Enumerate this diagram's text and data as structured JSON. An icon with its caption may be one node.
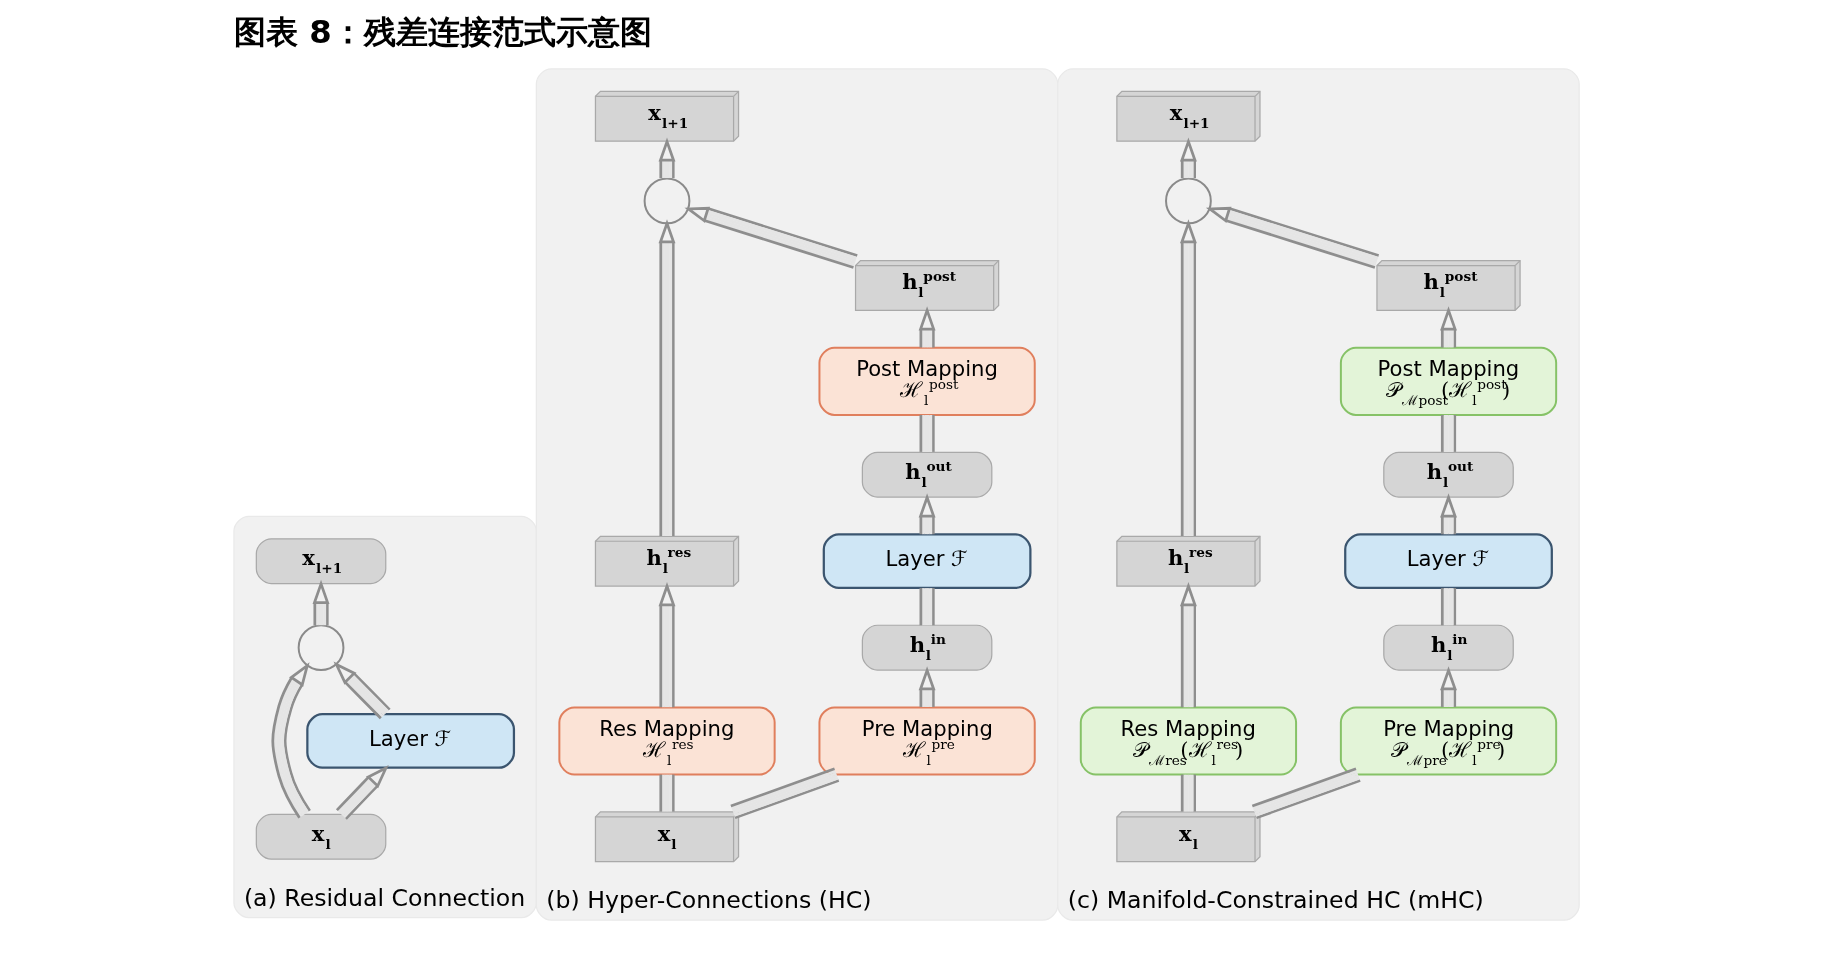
{
  "diagram": {
    "title": "图表 8：残差连接范式示意图",
    "nodes": [
      {
        "text": [
          "(a) Residual Connection"
        ]
      },
      {
        "text": [
          "x$_{l+1}$"
        ],
        "in": 0
      },
      {
        "text": [],
        "shape": "circle",
        "in": 0
      },
      {
        "text": [
          "Layer ℱ"
        ],
        "in": 0
      },
      {
        "text": [
          "x$_{l}$"
        ],
        "in": 0
      },
      {
        "text": [
          "(b) Hyper-Connections (HC)"
        ]
      },
      {
        "text": [
          "x$_{l+1}$"
        ],
        "in": 5
      },
      {
        "text": [],
        "shape": "circle",
        "in": 5
      },
      {
        "text": [
          "h$_{l}$$^{post}$"
        ],
        "in": 5
      },
      {
        "text": [
          "Post Mapping",
          "ℋ$_{l}$$^{post}$"
        ],
        "in": 5
      },
      {
        "text": [
          "h$_{l}$$^{out}$"
        ],
        "in": 5
      },
      {
        "text": [
          "Layer ℱ"
        ],
        "in": 5
      },
      {
        "text": [
          "h$_{l}$$^{res}$"
        ],
        "in": 5
      },
      {
        "text": [
          "h$_{l}$$^{in}$"
        ],
        "in": 5
      },
      {
        "text": [
          "Res Mapping",
          "ℋ$_{l}$$^{res}$"
        ],
        "in": 5
      },
      {
        "text": [
          "Pre Mapping",
          "ℋ$_{l}$$^{pre}$"
        ],
        "in": 5
      },
      {
        "text": [
          "x$_{l}$"
        ],
        "in": 5
      },
      {
        "text": [
          "(c) Manifold-Constrained HC (mHC)"
        ]
      },
      {
        "text": [
          "x$_{l+1}$"
        ],
        "in": 17
      },
      {
        "text": [],
        "shape": "circle",
        "in": 17
      },
      {
        "text": [
          "h$_{l}$$^{post}$"
        ],
        "in": 17
      },
      {
        "text": [
          "Post Mapping",
          "𝒫$_{ℳpost}$(ℋ$_{l}$$^{post}$)"
        ],
        "in": 17
      },
      {
        "text": [
          "h$_{l}$$^{out}$"
        ],
        "in": 17
      },
      {
        "text": [
          "Layer ℱ"
        ],
        "in": 17
      },
      {
        "text": [
          "h$_{l}$$^{res}$"
        ],
        "in": 17
      },
      {
        "text": [
          "h$_{l}$$^{in}$"
        ],
        "in": 17
      },
      {
        "text": [
          "Res Mapping",
          "𝒫$_{ℳres}$(ℋ$_{l}$$^{res}$)"
        ],
        "in": 17
      },
      {
        "text": [
          "Pre Mapping",
          "𝒫$_{ℳpre}$(ℋ$_{l}$$^{pre}$)"
        ],
        "in": 17
      },
      {
        "text": [
          "x$_{l}$"
        ],
        "in": 17
      }
    ],
    "edges": [
      {
        "from": 4,
        "to": 2,
        "arrow": "to"
      },
      {
        "from": 2,
        "to": 1,
        "arrow": "to"
      },
      {
        "from": 4,
        "to": 3,
        "arrow": "to"
      },
      {
        "from": 3,
        "to": 2,
        "arrow": "to"
      },
      {
        "from": 16,
        "to": 14,
        "arrow": "none"
      },
      {
        "from": 14,
        "to": 12,
        "arrow": "to"
      },
      {
        "from": 12,
        "to": 7,
        "arrow": "to"
      },
      {
        "from": 7,
        "to": 6,
        "arrow": "to"
      },
      {
        "from": 16,
        "to": 15,
        "arrow": "none"
      },
      {
        "from": 15,
        "to": 13,
        "arrow": "to"
      },
      {
        "from": 13,
        "to": 11,
        "arrow": "none"
      },
      {
        "from": 11,
        "to": 10,
        "arrow": "to"
      },
      {
        "from": 10,
        "to": 9,
        "arrow": "none"
      },
      {
        "from": 9,
        "to": 8,
        "arrow": "to"
      },
      {
        "from": 8,
        "to": 7,
        "arrow": "to"
      },
      {
        "from": 28,
        "to": 26,
        "arrow": "none"
      },
      {
        "from": 26,
        "to": 24,
        "arrow": "to"
      },
      {
        "from": 24,
        "to": 19,
        "arrow": "to"
      },
      {
        "from": 19,
        "to": 18,
        "arrow": "to"
      },
      {
        "from": 28,
        "to": 27,
        "arrow": "none"
      },
      {
        "from": 27,
        "to": 25,
        "arrow": "to"
      },
      {
        "from": 25,
        "to": 23,
        "arrow": "none"
      },
      {
        "from": 23,
        "to": 22,
        "arrow": "to"
      },
      {
        "from": 22,
        "to": 21,
        "arrow": "none"
      },
      {
        "from": 21,
        "to": 20,
        "arrow": "to"
      },
      {
        "from": 20,
        "to": 19,
        "arrow": "to"
      }
    ]
  }
}
